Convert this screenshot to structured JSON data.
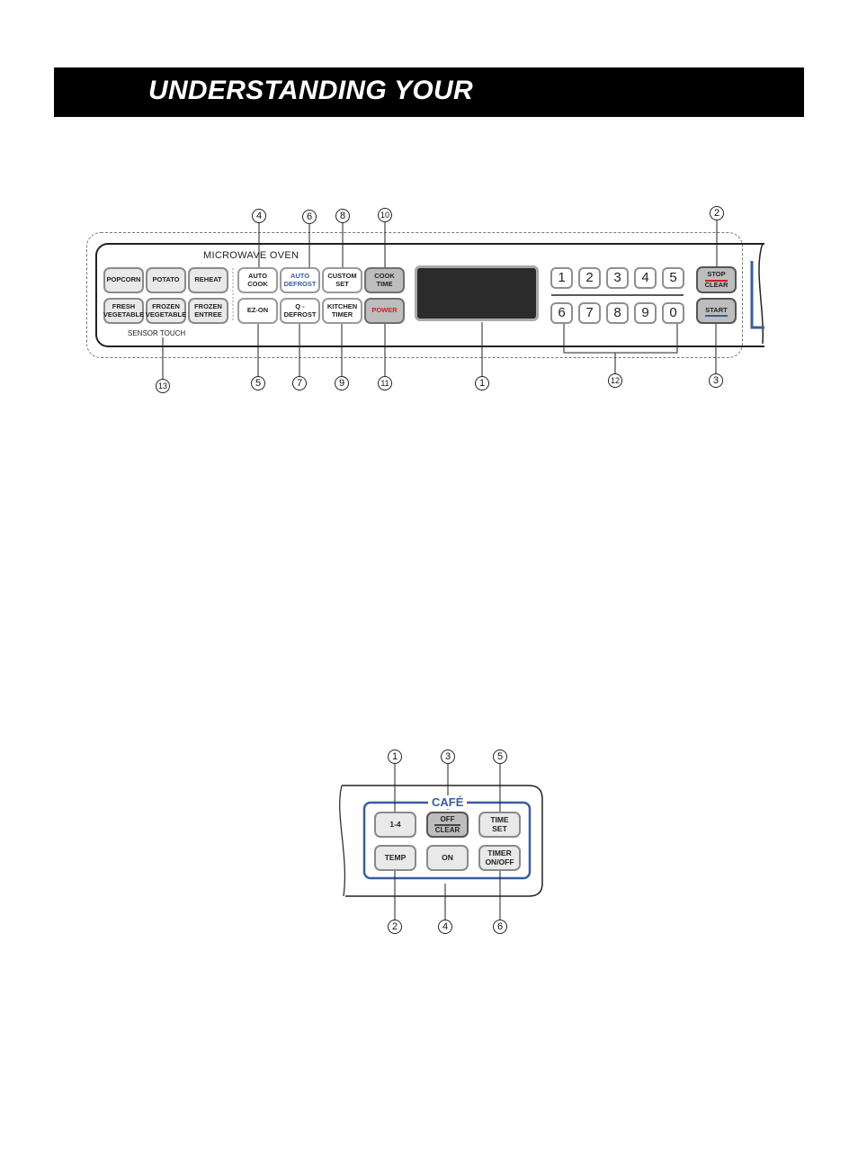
{
  "header": {
    "title": "UNDERSTANDING YOUR"
  },
  "microwave_panel": {
    "panel_title": "MICROWAVE OVEN",
    "sensor_caption": "SENSOR TOUCH",
    "sensor_keys": {
      "popcorn": "POPCORN",
      "potato": "POTATO",
      "reheat": "REHEAT",
      "fresh_vegetable": "FRESH\nVEGETABLE",
      "frozen_vegetable": "FROZEN\nVEGETABLE",
      "frozen_entree": "FROZEN\nENTREE"
    },
    "keys": {
      "auto_cook": "AUTO\nCOOK",
      "auto_defrost": "AUTO\nDEFROST",
      "custom_set": "CUSTOM\nSET",
      "cook_time": "COOK\nTIME",
      "ez_on": "EZ-ON",
      "q_defrost": "Q -\nDEFROST",
      "kitchen_timer": "KITCHEN\nTIMER",
      "power": "POWER",
      "stop_clear": "STOP\nCLEAR",
      "start": "START"
    },
    "number_pad": [
      "1",
      "2",
      "3",
      "4",
      "5",
      "6",
      "7",
      "8",
      "9",
      "0"
    ],
    "callouts": {
      "c1": "1",
      "c2": "2",
      "c3": "3",
      "c4": "4",
      "c5": "5",
      "c6": "6",
      "c7": "7",
      "c8": "8",
      "c9": "9",
      "c10": "10",
      "c11": "11",
      "c12": "12",
      "c13": "13"
    }
  },
  "cafe_panel": {
    "title": "CAFÉ",
    "keys": {
      "one_four": "1-4",
      "off_clear": "OFF\nCLEAR",
      "time_set": "TIME\nSET",
      "temp": "TEMP",
      "on": "ON",
      "timer_onoff": "TIMER\nON/OFF"
    },
    "callouts": {
      "c1": "1",
      "c2": "2",
      "c3": "3",
      "c4": "4",
      "c5": "5",
      "c6": "6"
    }
  },
  "colors": {
    "accent_blue": "#3a5d9c",
    "stop_red": "#d21c24",
    "banner": "#000000"
  }
}
